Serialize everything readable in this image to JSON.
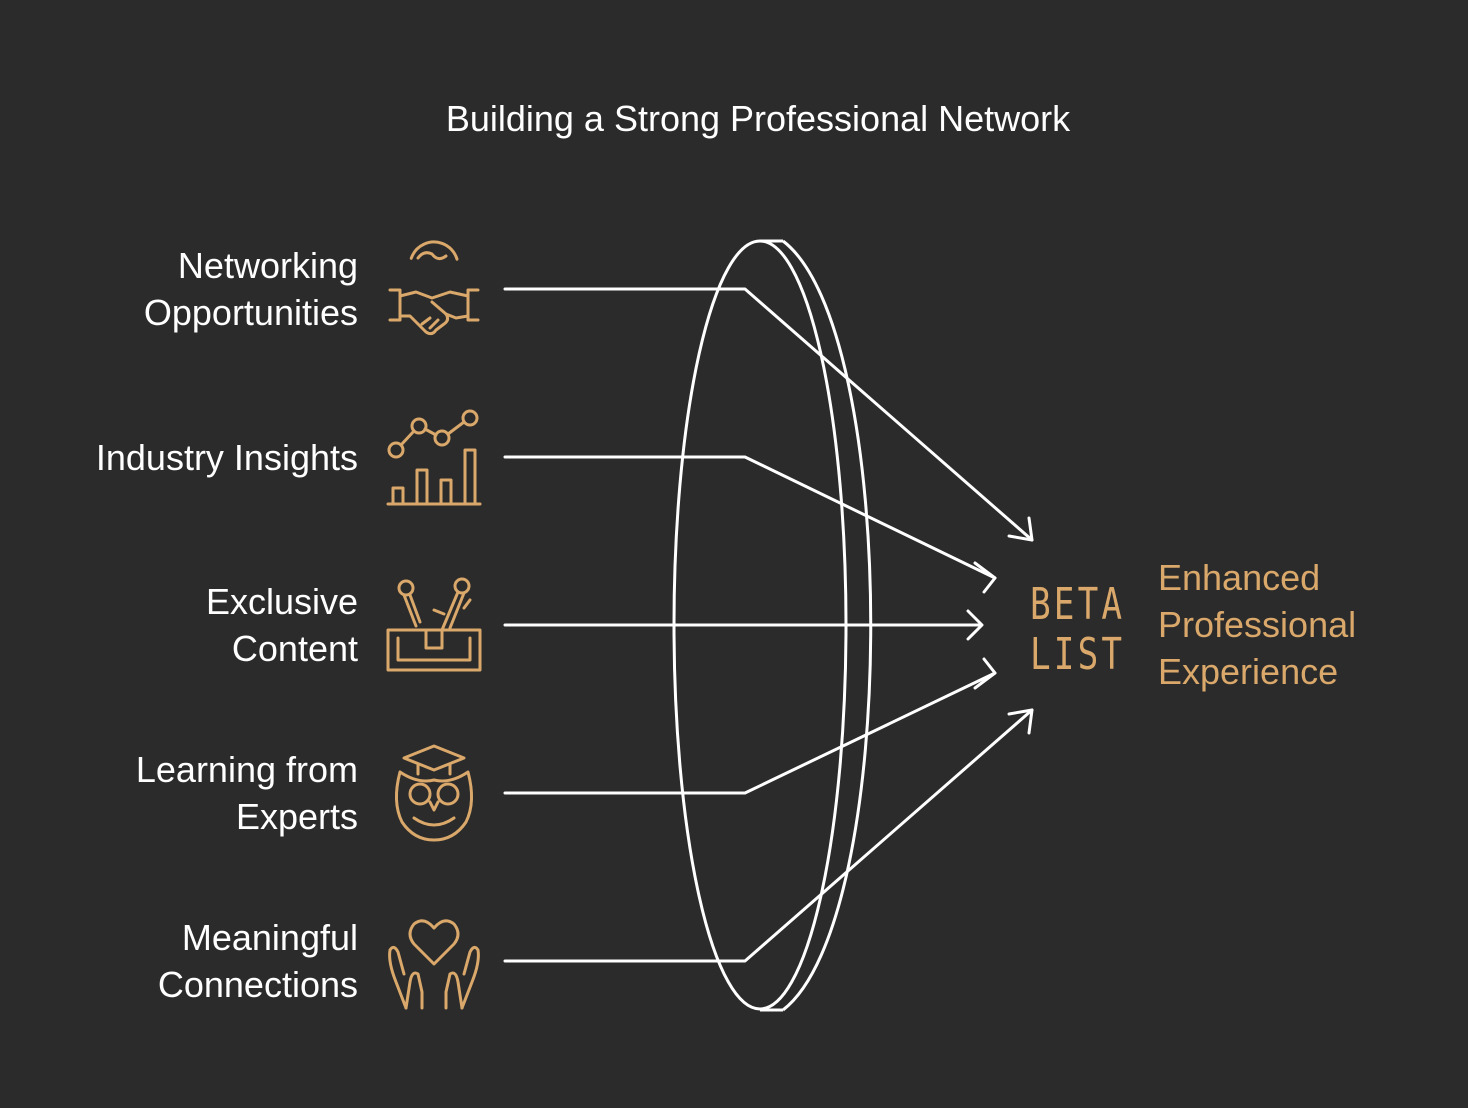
{
  "title": "Building a Strong Professional Network",
  "inputs": [
    {
      "line1": "Networking",
      "line2": "Opportunities",
      "icon": "handshake-globe-icon"
    },
    {
      "line1": "Industry Insights",
      "line2": "",
      "icon": "bar-chart-trend-icon"
    },
    {
      "line1": "Exclusive",
      "line2": "Content",
      "icon": "tools-box-icon"
    },
    {
      "line1": "Learning from",
      "line2": "Experts",
      "icon": "owl-graduate-icon"
    },
    {
      "line1": "Meaningful",
      "line2": "Connections",
      "icon": "heart-hands-icon"
    }
  ],
  "logo": {
    "line1": "BETA",
    "line2": "LIST"
  },
  "outcome": {
    "line1": "Enhanced",
    "line2": "Professional",
    "line3": "Experience"
  },
  "colors": {
    "background": "#2b2b2b",
    "lines": "#ffffff",
    "accent": "#d9a86a"
  }
}
